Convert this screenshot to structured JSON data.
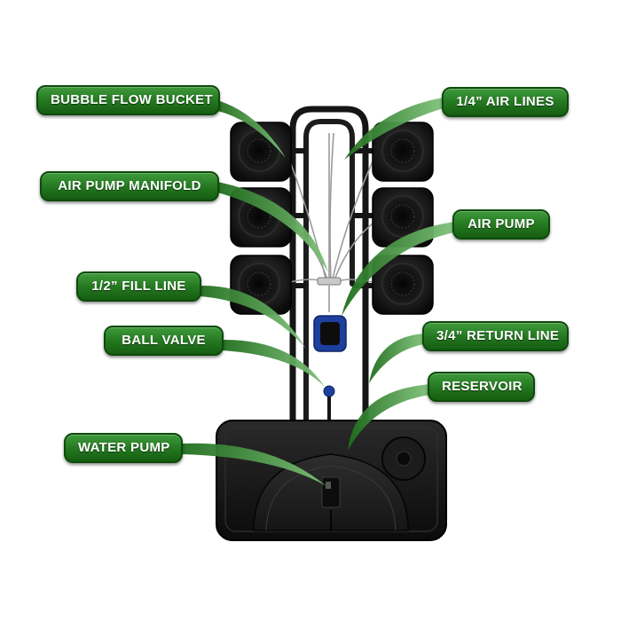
{
  "labels": {
    "bubble_flow_bucket": "BUBBLE FLOW BUCKET",
    "air_lines": "1/4” AIR LINES",
    "air_pump_manifold": "AIR PUMP MANIFOLD",
    "air_pump": "AIR PUMP",
    "fill_line": "1/2” FILL LINE",
    "ball_valve": "BALL VALVE",
    "return_line": "3/4” RETURN LINE",
    "reservoir": "RESERVOIR",
    "water_pump": "WATER PUMP"
  },
  "colors": {
    "label_green": "#23761f",
    "leader_green": "#2e8b2a",
    "equipment_black": "#111111",
    "air_pump_blue": "#1d3f9e"
  }
}
